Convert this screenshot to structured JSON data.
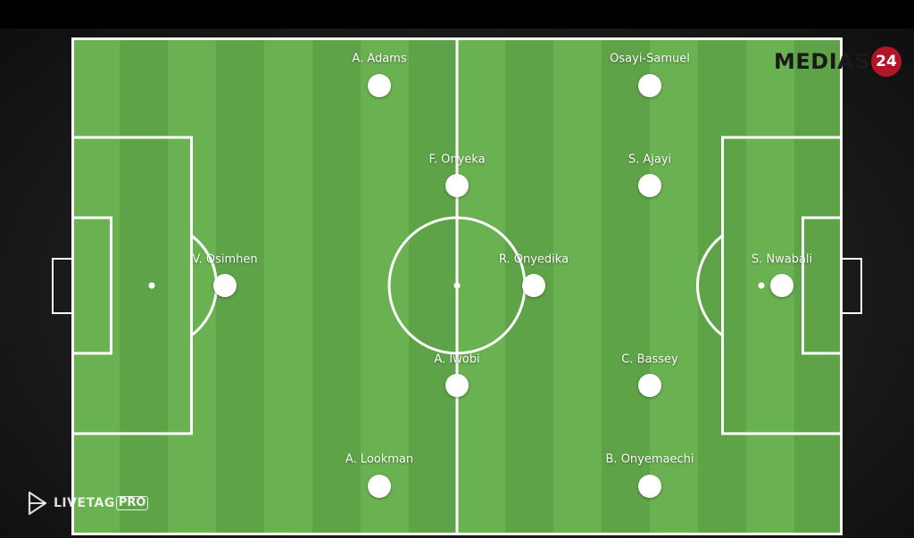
{
  "brand": {
    "text": "MEDIAS",
    "number": "24",
    "badge_color": "#b2142a"
  },
  "watermark": {
    "text": "LIVETAG",
    "suffix": "PRO"
  },
  "pitch": {
    "light_stripe": "#6ab151",
    "dark_stripe": "#5fa348",
    "line_color": "#ffffff"
  },
  "players": [
    {
      "name": "A. Adams"
    },
    {
      "name": "F. Onyeka"
    },
    {
      "name": "V. Osimhen"
    },
    {
      "name": "A. Iwobi"
    },
    {
      "name": "A. Lookman"
    },
    {
      "name": "R. Onyedika"
    },
    {
      "name": "Osayi-Samuel"
    },
    {
      "name": "S. Ajayi"
    },
    {
      "name": "C. Bassey"
    },
    {
      "name": "B. Onyemaechi"
    },
    {
      "name": "S. Nwabali"
    }
  ]
}
